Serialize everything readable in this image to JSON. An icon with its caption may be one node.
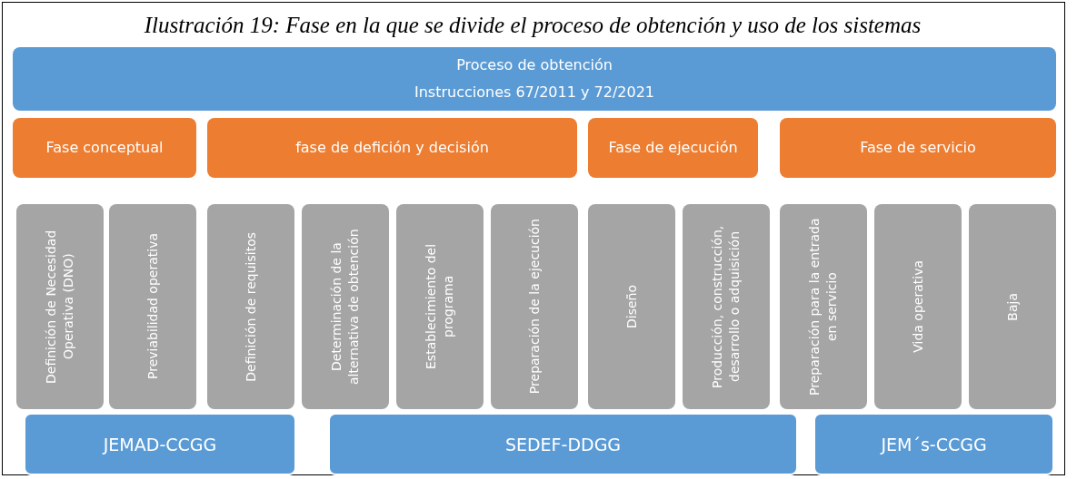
{
  "diagram": {
    "title": "Ilustración 19: Fase en la que se divide el proceso de obtención y uso de los sistemas",
    "nodes": [
      {
        "text": [
          "Proceso de obtención",
          "Instrucciones 67/2011 y 72/2021"
        ]
      },
      {
        "text": [
          "Fase conceptual"
        ]
      },
      {
        "text": [
          "fase de defición y decisión"
        ]
      },
      {
        "text": [
          "Fase de ejecución"
        ]
      },
      {
        "text": [
          "Fase de servicio"
        ]
      },
      {
        "text": [
          "Definición de Necesidad Operativa (DNO)"
        ]
      },
      {
        "text": [
          "Previabilidad operativa"
        ]
      },
      {
        "text": [
          "Definición de requisitos"
        ]
      },
      {
        "text": [
          "Determinación de la alternativa de obtención"
        ]
      },
      {
        "text": [
          "Establecimiento del programa"
        ]
      },
      {
        "text": [
          "Preparación de la ejecución"
        ]
      },
      {
        "text": [
          "Diseño"
        ]
      },
      {
        "text": [
          "Producción, construcción, desarrollo o adquisición"
        ]
      },
      {
        "text": [
          "Preparación para la entrada en servicio"
        ]
      },
      {
        "text": [
          "Vida operativa"
        ]
      },
      {
        "text": [
          "Baja"
        ]
      },
      {
        "text": [
          "JEMAD-CCGG"
        ]
      },
      {
        "text": [
          "SEDEF-DDGG"
        ]
      },
      {
        "text": [
          "JEM´s-CCGG"
        ]
      }
    ]
  }
}
